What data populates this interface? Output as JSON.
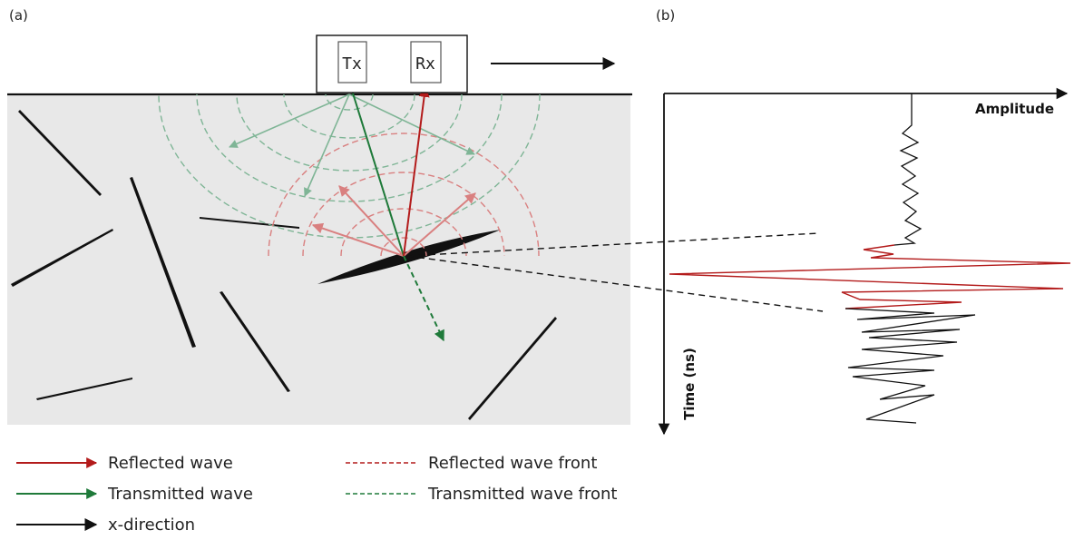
{
  "panels": {
    "a_label": "(a)",
    "b_label": "(b)"
  },
  "antenna": {
    "tx_label": "Tx",
    "rx_label": "Rx"
  },
  "trace_plot": {
    "x_axis_label": "Amplitude",
    "y_axis_label": "Time (ns)"
  },
  "legend": {
    "reflected_wave": "Reflected wave",
    "transmitted_wave": "Transmitted wave",
    "x_direction": "x-direction",
    "reflected_wave_front": "Reflected wave front",
    "transmitted_wave_front": "Transmitted wave front"
  },
  "colors": {
    "reflected": "#b31b1b",
    "reflected_light": "#d98080",
    "transmitted": "#1f7a3a",
    "transmitted_light": "#7fb596",
    "ground": "#e8e8e8",
    "fracture": "#111111"
  }
}
